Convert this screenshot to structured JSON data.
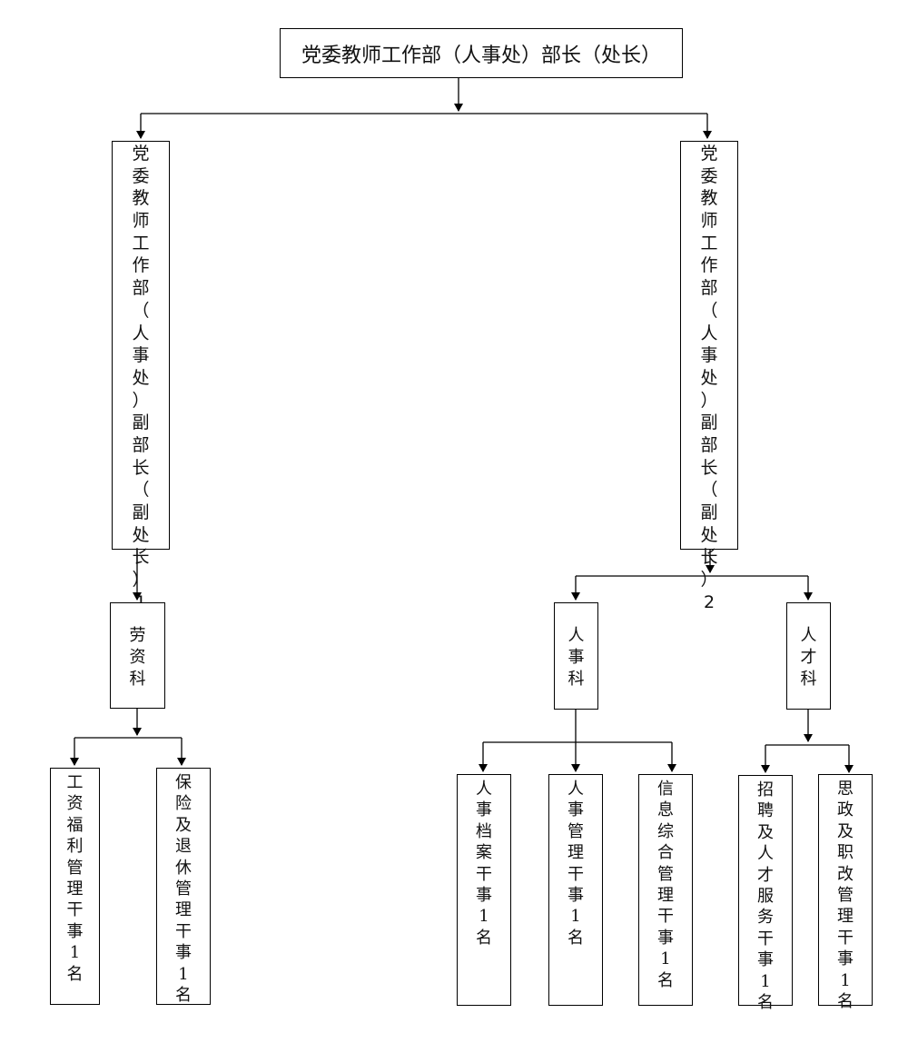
{
  "root": {
    "label": "党委教师工作部（人事处）部长（处长）"
  },
  "deputy_1": {
    "label": "党委教师工作部（人事处）副部长（副处长）1"
  },
  "deputy_2": {
    "label": "党委教师工作部（人事处）副部长（副处长）2"
  },
  "sections": {
    "labor_wages": {
      "label": "劳资科"
    },
    "personnel": {
      "label": "人事科"
    },
    "talent": {
      "label": "人才科"
    }
  },
  "staff": {
    "wages_welfare": {
      "label": "工资福利管理干事1名"
    },
    "insurance_retirement": {
      "label": "保险及退休管理干事1名"
    },
    "personnel_archives": {
      "label": "人事档案干事1名"
    },
    "personnel_management": {
      "label": "人事管理干事1名"
    },
    "information_integration": {
      "label": "信息综合管理干事1名"
    },
    "recruitment_talent_service": {
      "label": "招聘及人才服务干事1名"
    },
    "ideology_title_reform": {
      "label": "思政及职改管理干事1名"
    }
  }
}
